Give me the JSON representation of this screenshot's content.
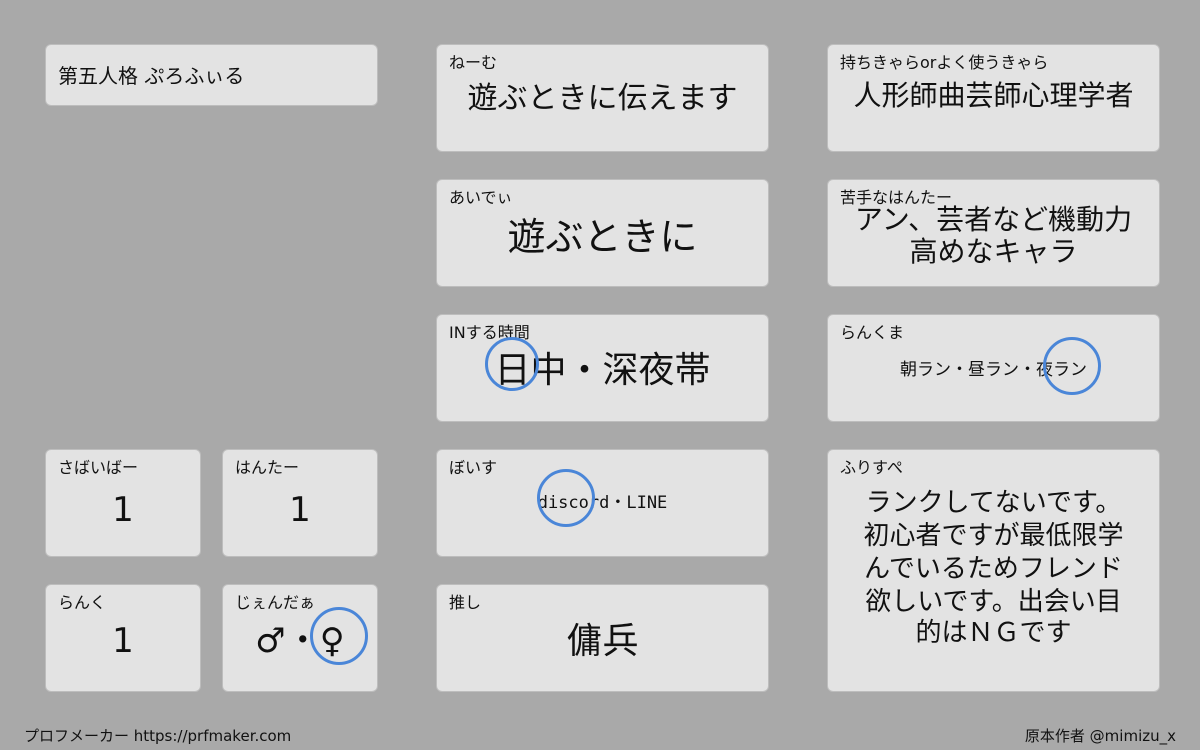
{
  "title": "第五人格 ぷろふぃる",
  "name": {
    "label": "ねーむ",
    "value": "遊ぶときに伝えます"
  },
  "idee": {
    "label": "あいでぃ",
    "value": "遊ぶときに"
  },
  "intime": {
    "label": "INする時間",
    "value": "日中・深夜帯"
  },
  "voice": {
    "label": "ぼいす",
    "value": "discord・LINE"
  },
  "oshi": {
    "label": "推し",
    "value": "傭兵"
  },
  "chara": {
    "label": "持ちきゃらorよく使うきゃら",
    "value": "人形師曲芸師心理学者"
  },
  "weak": {
    "label": "苦手なはんたー",
    "line1": "アン、芸者など機動力",
    "line2": "高めなキャラ"
  },
  "rankkuma": {
    "label": "らんくま",
    "value": "朝ラン・昼ラン・夜ラン"
  },
  "free": {
    "label": "ふりすぺ",
    "lines": [
      "ランクしてないです。",
      "初心者ですが最低限学",
      "んでいるためフレンド",
      "欲しいです。出会い目",
      "的はＮＧです"
    ]
  },
  "survivor": {
    "label": "さばいばー",
    "value": "1"
  },
  "hunter": {
    "label": "はんたー",
    "value": "1"
  },
  "rank": {
    "label": "らんく",
    "value": "1"
  },
  "gender": {
    "label": "じぇんだぁ",
    "value": "♂・♀"
  },
  "footer": {
    "left": "プロフメーカー https://prfmaker.com",
    "right": "原本作者 @mimizu_x"
  },
  "accent_color": "#4a86d8"
}
